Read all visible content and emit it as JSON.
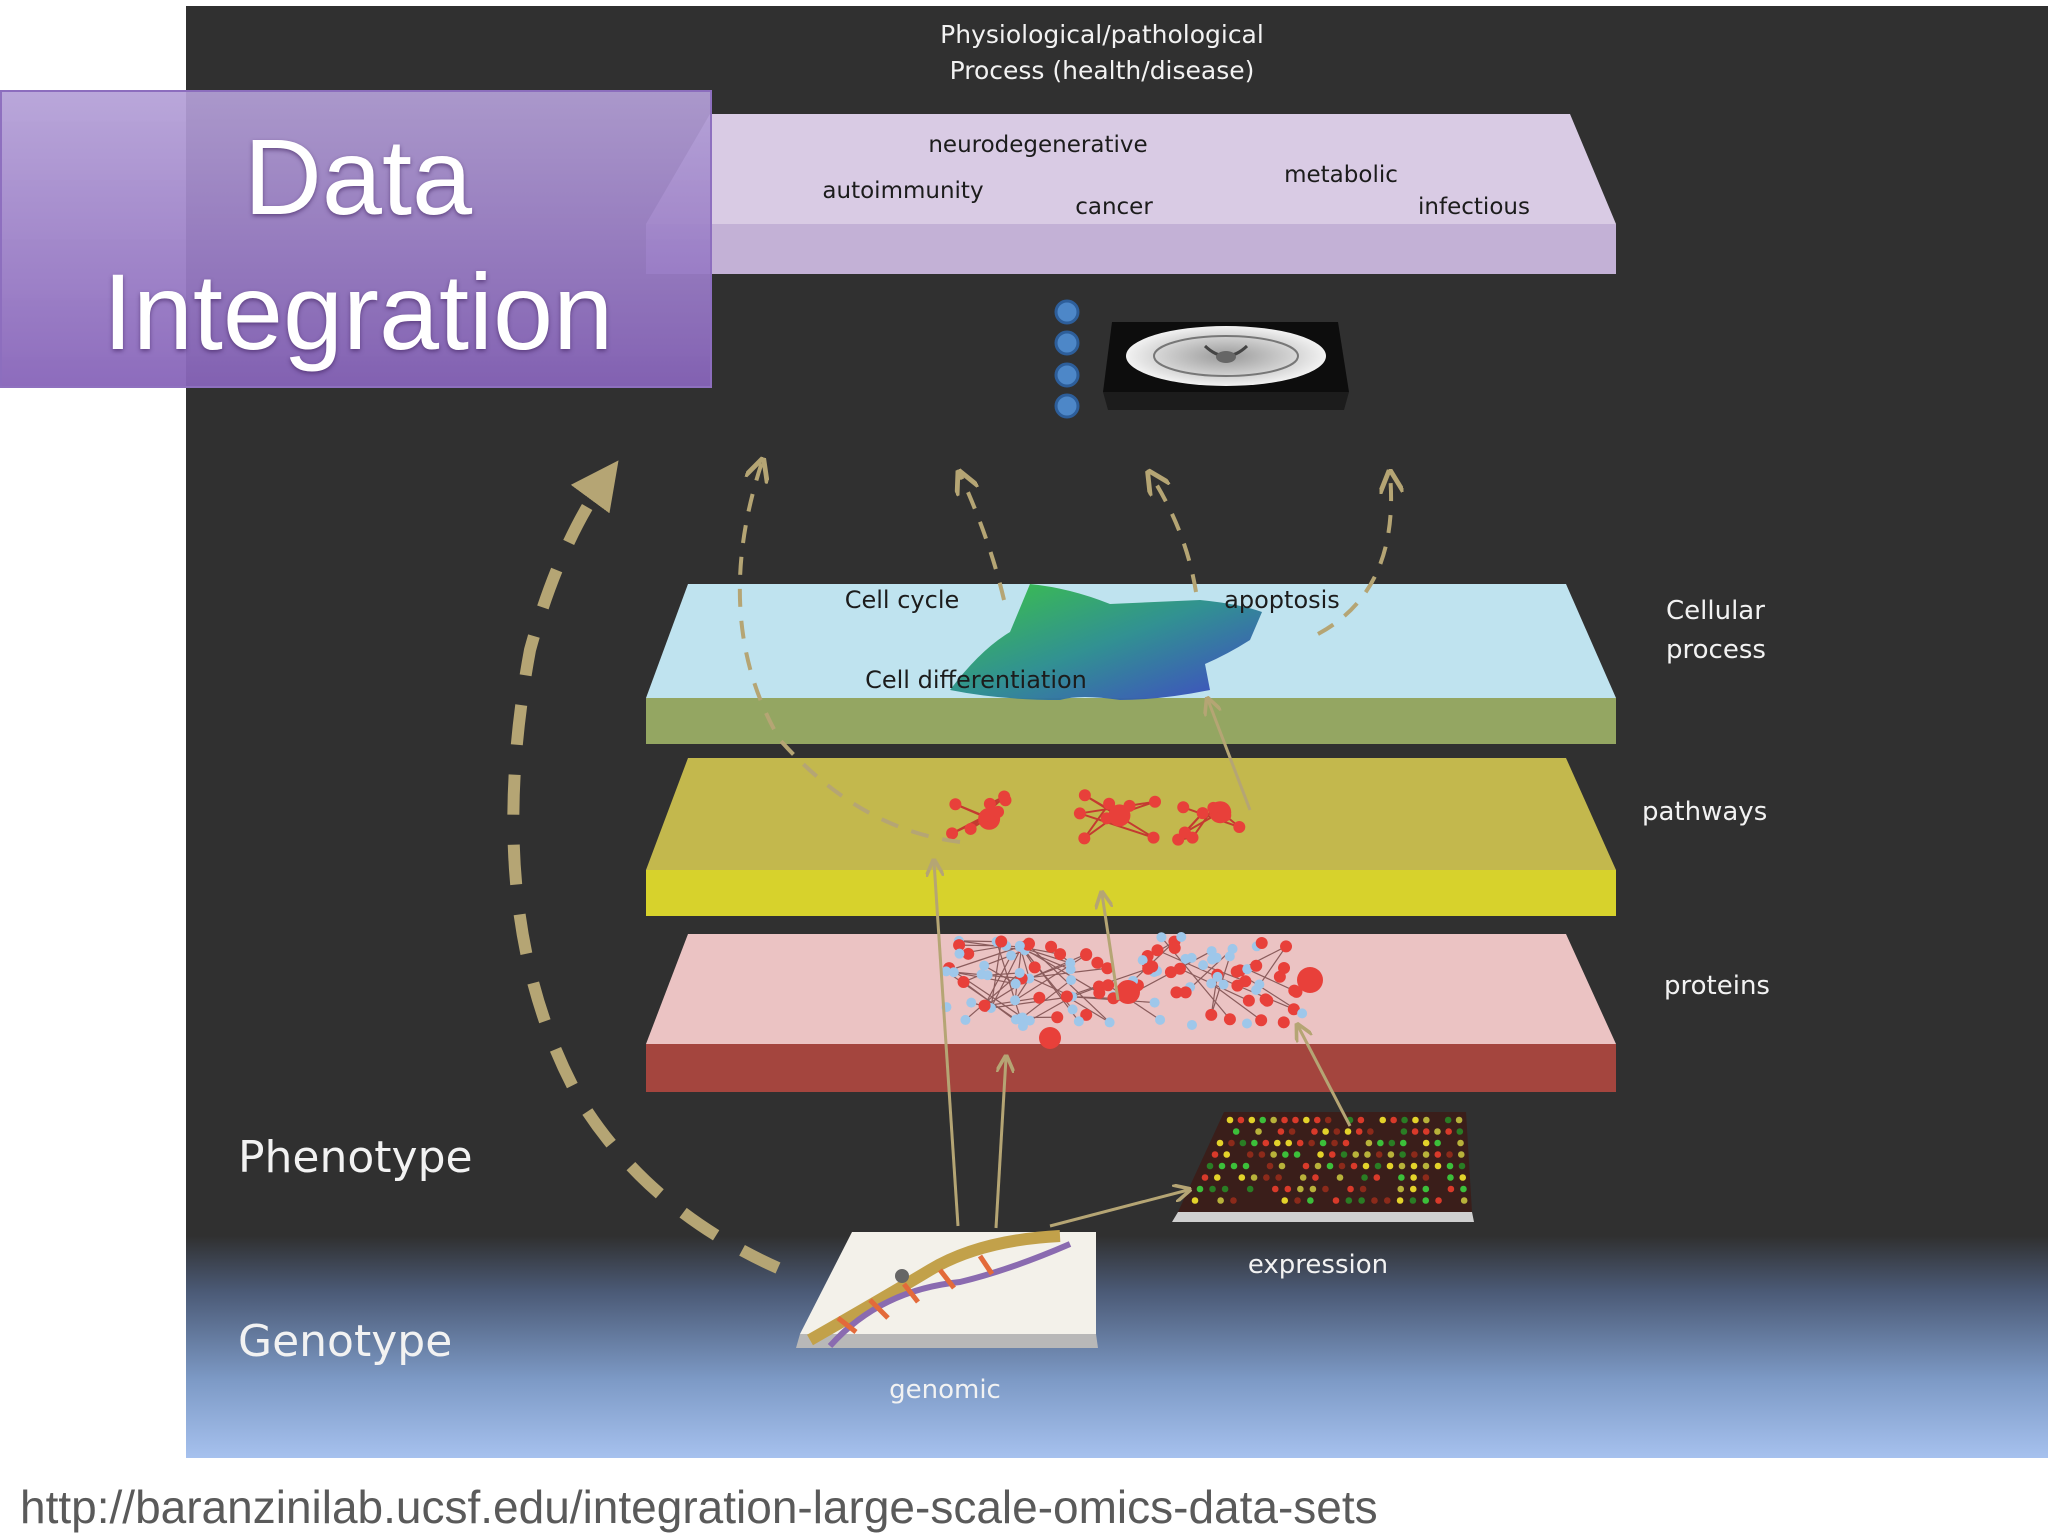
{
  "title": {
    "line1": "Data",
    "line2": "Integration"
  },
  "header": {
    "line1": "Physiological/pathological",
    "line2": "Process (health/disease)"
  },
  "disease_layer": {
    "terms": [
      "neurodegenerative",
      "autoimmunity",
      "cancer",
      "metabolic",
      "infectious"
    ]
  },
  "layers": {
    "cellular": {
      "name_line1": "Cellular",
      "name_line2": "process",
      "terms": [
        "Cell cycle",
        "apoptosis",
        "Cell differentiation"
      ]
    },
    "pathways": {
      "name": "pathways"
    },
    "proteins": {
      "name": "proteins"
    }
  },
  "data_sources": {
    "expression": "expression",
    "genomic": "genomic"
  },
  "levels": {
    "phenotype": "Phenotype",
    "genotype": "Genotype"
  },
  "source_url": "http://baranzinilab.ucsf.edu/integration-large-scale-omics-data-sets",
  "colors": {
    "background": "#303030",
    "disease_top": "#d9cbe4",
    "disease_side": "#c3b1d6",
    "cellular_top": "#bfe3ef",
    "cellular_side": "#94a662",
    "pathways_top": "#c3b84d",
    "pathways_side": "#d7d22c",
    "proteins_top": "#ebc3c3",
    "proteins_side": "#a4453e",
    "arrow": "#b5a574",
    "node_red": "#e8403a",
    "node_blue": "#9ec7ea"
  }
}
